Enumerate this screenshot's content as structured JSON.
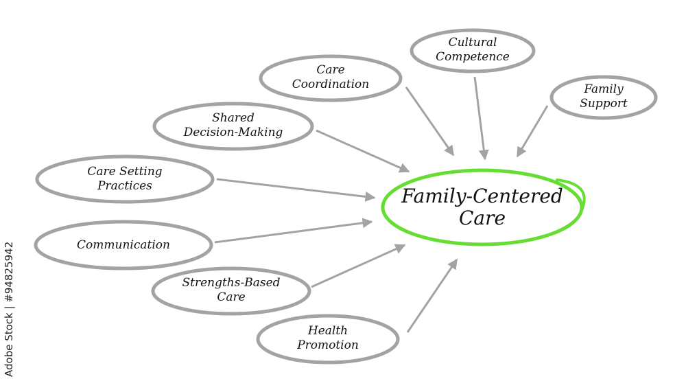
{
  "diagram": {
    "center": {
      "label": "Family-Centered\nCare"
    },
    "nodes": [
      {
        "id": "cultural-competence",
        "label": "Cultural\nCompetence"
      },
      {
        "id": "care-coordination",
        "label": "Care\nCoordination"
      },
      {
        "id": "family-support",
        "label": "Family\nSupport"
      },
      {
        "id": "shared-decision-making",
        "label": "Shared\nDecision-Making"
      },
      {
        "id": "care-setting-practices",
        "label": "Care Setting\nPractices"
      },
      {
        "id": "communication",
        "label": "Communication"
      },
      {
        "id": "strengths-based-care",
        "label": "Strengths-Based\nCare"
      },
      {
        "id": "health-promotion",
        "label": "Health\nPromotion"
      }
    ],
    "colors": {
      "ellipse_stroke": "#a3a3a3",
      "arrow": "#a3a3a3",
      "center_stroke": "#66dd33"
    }
  },
  "watermark": "Adobe Stock | #94825942"
}
